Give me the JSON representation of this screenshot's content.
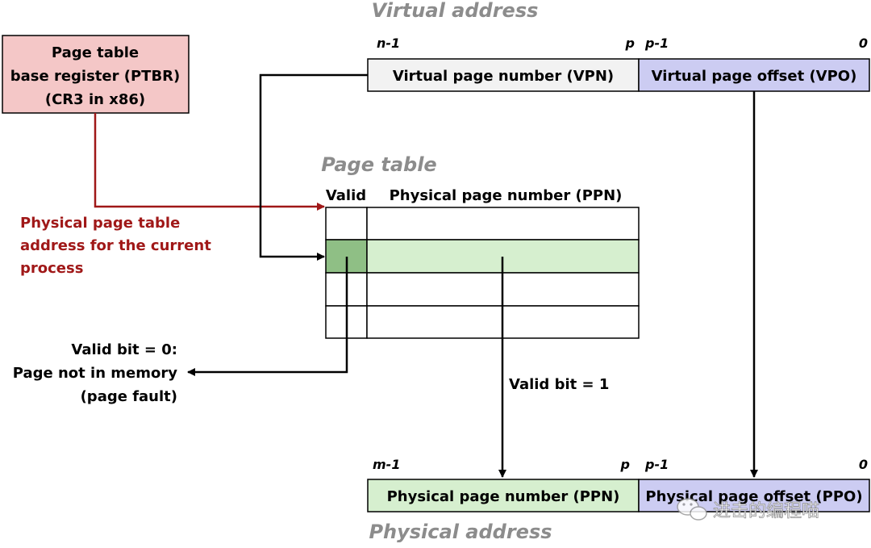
{
  "titles": {
    "virtual_address": "Virtual address",
    "page_table": "Page table",
    "physical_address": "Physical address"
  },
  "ptbr": {
    "line1": "Page table",
    "line2": "base register (PTBR)",
    "line3": "(CR3 in x86)"
  },
  "virtual_bits": {
    "n1": "n-1",
    "p": "p",
    "p1": "p-1",
    "zero": "0"
  },
  "physical_bits": {
    "m1": "m-1",
    "p": "p",
    "p1": "p-1",
    "zero": "0"
  },
  "vpn_label": "Virtual page number (VPN)",
  "vpo_label": "Virtual page offset (VPO)",
  "ppn_label": "Physical page number (PPN)",
  "ppo_label": "Physical page offset (PPO)",
  "table_headers": {
    "valid": "Valid",
    "ppn": "Physical page number (PPN)"
  },
  "red_note": {
    "line1": "Physical page table",
    "line2": "address for the current",
    "line3": "process"
  },
  "fault_note": {
    "line1": "Valid bit = 0:",
    "line2": "Page not in memory",
    "line3": "(page fault)"
  },
  "valid1_label": "Valid bit = 1",
  "watermark": "进击的编程喵",
  "colors": {
    "ptbr_fill": "#f4c7c7",
    "vpn_fill": "#f2f2f2",
    "offset_fill": "#ccccf2",
    "ppn_fill": "#d6efcf",
    "valid_fill": "#8fbf85",
    "dark_red": "#a01818",
    "title_gray": "#8c8c8c"
  }
}
